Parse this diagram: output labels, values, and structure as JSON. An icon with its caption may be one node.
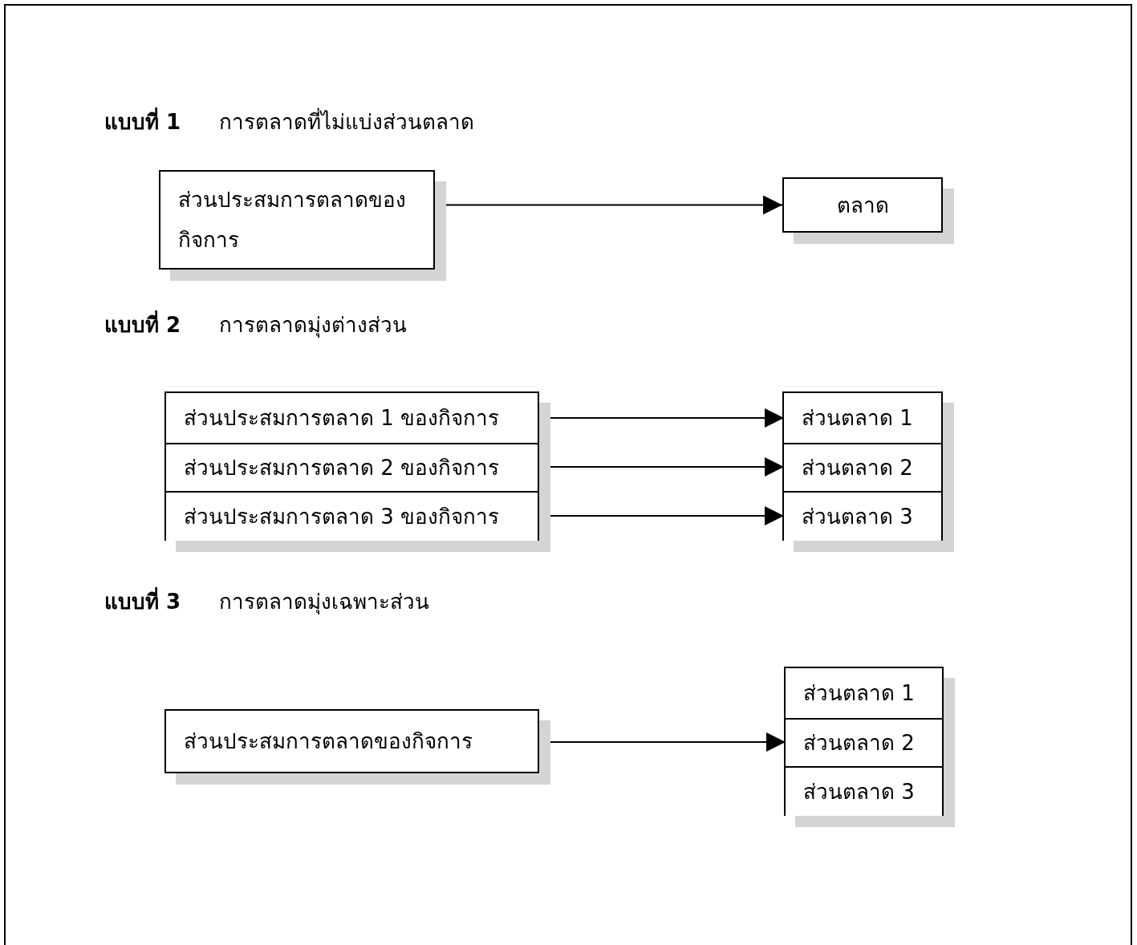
{
  "diagram": {
    "nodes": [
      {
        "text": [
          "ส่วนประสมการตลาดของกิจการ"
        ]
      },
      {
        "text": [
          "ตลาด"
        ]
      },
      {
        "text": [],
        "shape": "box"
      },
      {
        "text": [
          "ส่วนประสมการตลาด 1 ของกิจการ"
        ],
        "in": 2
      },
      {
        "text": [
          "ส่วนประสมการตลาด 2 ของกิจการ"
        ],
        "in": 2
      },
      {
        "text": [
          "ส่วนประสมการตลาด 3 ของกิจการ"
        ],
        "in": 2
      },
      {
        "text": [],
        "shape": "box"
      },
      {
        "text": [
          "ส่วนตลาด 1"
        ],
        "in": 6
      },
      {
        "text": [
          "ส่วนตลาด 2"
        ],
        "in": 6
      },
      {
        "text": [
          "ส่วนตลาด 3"
        ],
        "in": 6
      },
      {
        "text": [
          "ส่วนประสมการตลาดของกิจการ"
        ]
      },
      {
        "text": [],
        "shape": "box"
      },
      {
        "text": [
          "ส่วนตลาด 1"
        ],
        "in": 11
      },
      {
        "text": [
          "ส่วนตลาด 2"
        ],
        "in": 11
      },
      {
        "text": [
          "ส่วนตลาด 3"
        ],
        "in": 11
      }
    ],
    "edges": [
      {
        "from": 0,
        "to": 1,
        "arrow": "to"
      },
      {
        "from": 3,
        "to": 7,
        "arrow": "to"
      },
      {
        "from": 4,
        "to": 8,
        "arrow": "to"
      },
      {
        "from": 5,
        "to": 9,
        "arrow": "to"
      },
      {
        "from": 10,
        "to": 13,
        "arrow": "to"
      }
    ],
    "labels": [
      "แบบที่ 1",
      "การตลาดที่ไม่แบ่งส่วนตลาด",
      "แบบที่ 2",
      "การตลาดมุ่งต่างส่วน",
      "แบบที่ 3",
      "การตลาดมุ่งเฉพาะส่วน"
    ]
  }
}
